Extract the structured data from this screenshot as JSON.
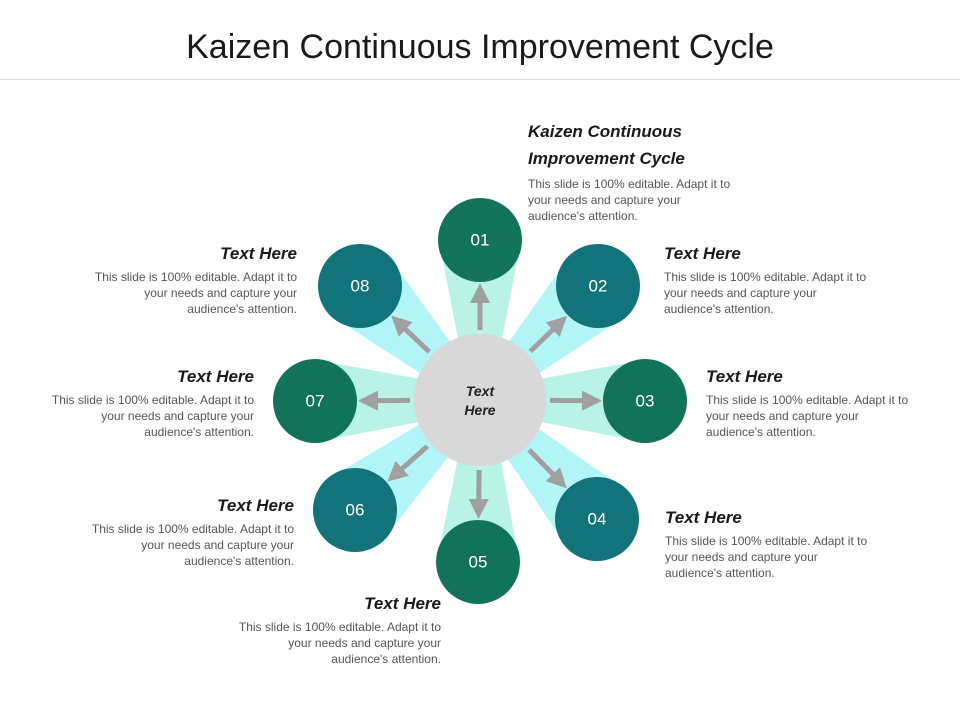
{
  "title": "Kaizen Continuous Improvement Cycle",
  "colors": {
    "node_dark_green": "#13735a",
    "node_teal": "#12737a",
    "ray_cyan": "#b3f5f7",
    "ray_mint": "#b8f3e6",
    "center_fill": "#d8d8d8",
    "arrow_gray": "#a0a0a0"
  },
  "center": {
    "label_line1": "Text",
    "label_line2": "Here"
  },
  "nodes": [
    {
      "num": "01",
      "color": "#13735a"
    },
    {
      "num": "02",
      "color": "#12737a"
    },
    {
      "num": "03",
      "color": "#13735a"
    },
    {
      "num": "04",
      "color": "#12737a"
    },
    {
      "num": "05",
      "color": "#13735a"
    },
    {
      "num": "06",
      "color": "#12737a"
    },
    {
      "num": "07",
      "color": "#13735a"
    },
    {
      "num": "08",
      "color": "#12737a"
    }
  ],
  "callouts": {
    "c01": {
      "heading": "Kaizen Continuous Improvement Cycle",
      "body": "This slide is 100% editable. Adapt it to your needs and capture your audience's attention."
    },
    "c02": {
      "heading": "Text Here",
      "body": "This slide is 100% editable. Adapt it to your needs and capture your audience's attention."
    },
    "c03": {
      "heading": "Text Here",
      "body": "This slide is 100% editable. Adapt it to your needs and capture your audience's attention."
    },
    "c04": {
      "heading": "Text Here",
      "body": "This slide is 100% editable. Adapt it to your needs and capture your audience's attention."
    },
    "c05": {
      "heading": "Text Here",
      "body": "This slide is 100% editable. Adapt it to your needs and capture your audience's attention."
    },
    "c06": {
      "heading": "Text Here",
      "body": "This slide is 100% editable. Adapt it to your needs and capture your audience's attention."
    },
    "c07": {
      "heading": "Text Here",
      "body": "This slide is 100% editable. Adapt it to your needs and capture your audience's attention."
    },
    "c08": {
      "heading": "Text Here",
      "body": "This slide is 100% editable. Adapt it to your needs and capture your audience's attention."
    }
  }
}
